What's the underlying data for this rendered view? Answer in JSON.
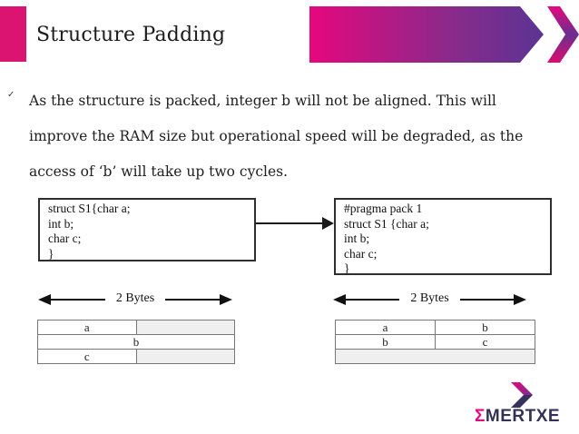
{
  "header": {
    "title": "Structure Padding",
    "accent_color": "#DB1472",
    "banner_gradient_start": "#E5077D",
    "banner_gradient_end": "#5B3494"
  },
  "content": {
    "bullet_marker": "✓",
    "lines": [
      "As the structure is packed, integer b will not be aligned. This will",
      "improve the RAM size but operational speed will be degraded, as the",
      "access of ‘b’ will take up two cycles."
    ]
  },
  "diagram": {
    "left_code": {
      "lines": [
        "struct S1{char a;",
        "int b;",
        "char c;",
        "}"
      ]
    },
    "right_code": {
      "lines": [
        "#pragma pack 1",
        "struct S1 {char a;",
        "int b;",
        "char c;",
        "}"
      ]
    },
    "left_arrow_label": "2 Bytes",
    "right_arrow_label": "2 Bytes",
    "left_table": {
      "r1c1": "a",
      "r1c2": "",
      "r2": "b",
      "r3c1": "c",
      "r3c2": ""
    },
    "right_table": {
      "r1c1": "a",
      "r1c2": "b",
      "r2c1": "b",
      "r2c2": "c",
      "r3": ""
    }
  },
  "footer": {
    "logo_sigma": "Σ",
    "logo_text": "MERTXE",
    "logo_navy": "#343156",
    "logo_pink": "#E3097E"
  }
}
